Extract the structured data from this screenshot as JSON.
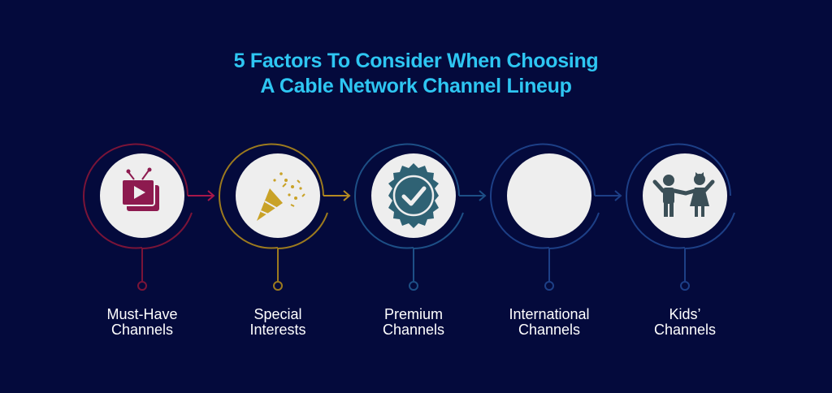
{
  "title": {
    "line1": "5 Factors To Consider When Choosing",
    "line2": "A Cable Network Channel Lineup"
  },
  "factors": [
    {
      "line1": "Must-Have",
      "line2": "Channels",
      "color": "#a8174a",
      "icon": "tv-play-icon"
    },
    {
      "line1": "Special",
      "line2": "Interests",
      "color": "#b58a22",
      "icon": "party-popper-icon"
    },
    {
      "line1": "Premium",
      "line2": "Channels",
      "color": "#1d4f86",
      "icon": "badge-check-icon"
    },
    {
      "line1": "International",
      "line2": "Channels",
      "color": "#1d3f86",
      "icon": "blank-icon"
    },
    {
      "line1": "Kids’",
      "line2": "Channels",
      "color": "#1d3f86",
      "icon": "kids-icon"
    }
  ],
  "colors": {
    "background": "#040a3c",
    "title": "#2ec6f2",
    "icon_circle": "#eeeeee",
    "tv_icon": "#8d1a4f",
    "popper_icon": "#c9a227",
    "badge_icon": "#2f6274",
    "kids_icon": "#3b4f57"
  }
}
